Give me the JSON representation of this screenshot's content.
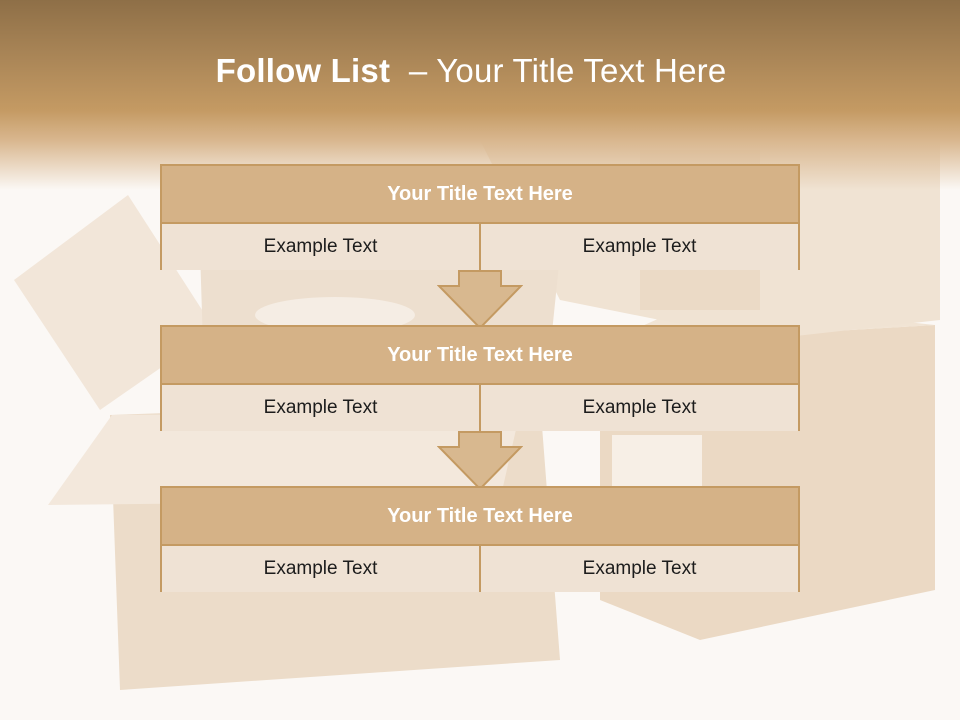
{
  "slide": {
    "title_bold": "Follow List",
    "title_rest": "– Your Title Text Here",
    "colors": {
      "header_band": "#a88456",
      "block_header": "#d5b287",
      "block_body": "#efe2d4",
      "border": "#c49a62",
      "arrow_fill": "#d8b88f"
    }
  },
  "blocks": [
    {
      "title": "Your Title Text Here",
      "cells": [
        "Example Text",
        "Example Text"
      ]
    },
    {
      "title": "Your Title Text Here",
      "cells": [
        "Example Text",
        "Example Text"
      ]
    },
    {
      "title": "Your Title Text Here",
      "cells": [
        "Example Text",
        "Example Text"
      ]
    }
  ],
  "background": {
    "description_icon": "cardboard-boxes-image"
  }
}
